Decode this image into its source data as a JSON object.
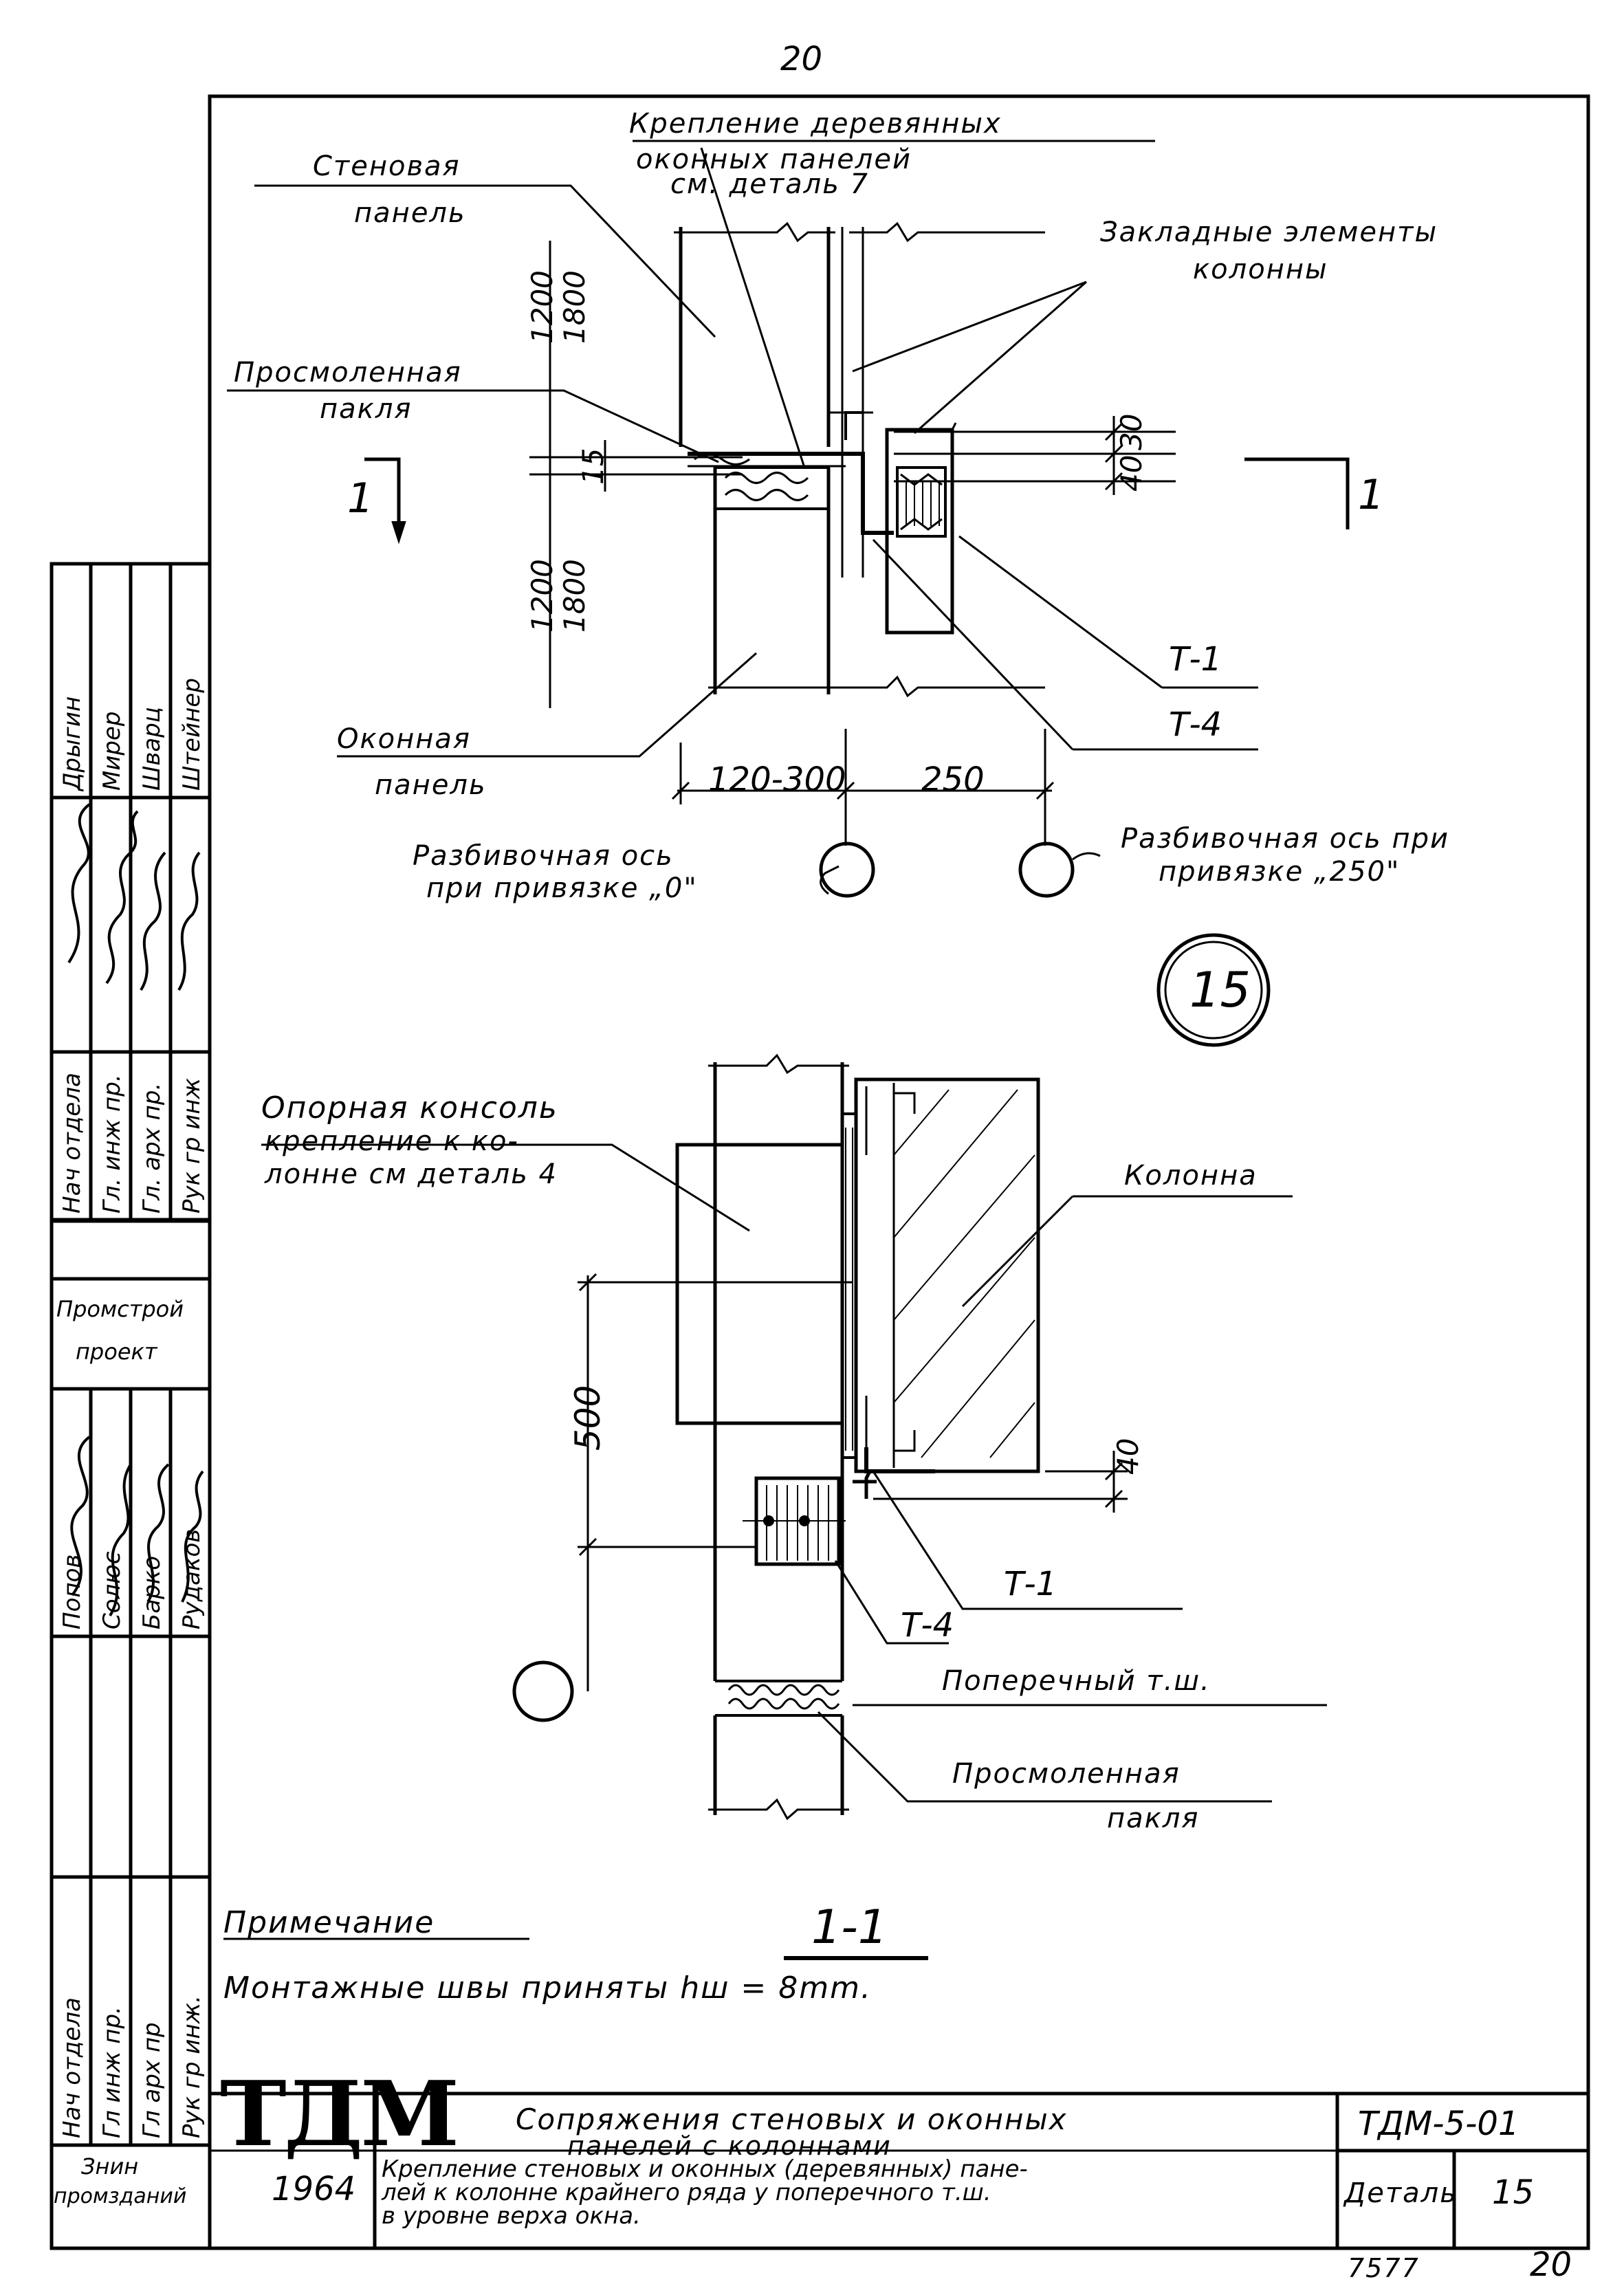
{
  "page_number_top": "20",
  "view_top": {
    "label_fastening": [
      "Крепление деревянных",
      "оконных панелей",
      "см. деталь 7"
    ],
    "label_wall_panel": [
      "Стеновая",
      "панель"
    ],
    "label_embedded": [
      "Закладные элементы",
      "колонны"
    ],
    "label_tarred": [
      "Просмоленная",
      "пакля"
    ],
    "label_window_panel": [
      "Оконная",
      "панель"
    ],
    "dim_upper_a": "1200",
    "dim_upper_b": "1800",
    "dim_lower_a": "1200",
    "dim_lower_b": "1800",
    "dim_15": "15",
    "dim_30": "30",
    "dim_40": "40",
    "dim_left": "120-300",
    "dim_right": "250",
    "tag_t1": "Т-1",
    "tag_t4": "Т-4",
    "section_mark": "1",
    "axis_label_0": [
      "Разбивочная ось",
      "при привязке „0\""
    ],
    "axis_label_250": [
      "Разбивочная ось при",
      "привязке „250\""
    ]
  },
  "detail_number": "15",
  "view_section": {
    "label_console": [
      "Опорная консоль",
      "крепление к ко-",
      "лонне см деталь 4"
    ],
    "label_column": "Колонна",
    "dim_40": "40",
    "dim_500": "500",
    "tag_t1": "Т-1",
    "tag_t4": "Т-4",
    "label_seam": "Поперечный т.ш.",
    "label_tarred": [
      "Просмоленная",
      "пакля"
    ],
    "section_title": "1-1"
  },
  "note": {
    "heading": "Примечание",
    "text": "Монтажные швы приняты hш = 8mm."
  },
  "title_block": {
    "logo": "ТДМ",
    "year": "1964",
    "title": [
      "Сопряжения стеновых и оконных",
      "панелей с колоннами"
    ],
    "subtitle": [
      "Крепление стеновых и оконных (деревянных) пане-",
      "лей к колонне крайнего ряда у поперечного т.ш.",
      "в уровне верха окна."
    ],
    "code": "ТДМ-5-01",
    "detail_label": "Деталь",
    "detail_no": "15"
  },
  "stamp_upper": {
    "roles": [
      "Нач отдела",
      "Гл. инж пр.",
      "Гл. арх пр.",
      "Рук гр инж"
    ],
    "names": [
      "Дрыгин",
      "Мирер",
      "Шварц",
      "Штейнер"
    ],
    "org": [
      "Промстрой",
      "проект"
    ]
  },
  "stamp_lower": {
    "roles": [
      "Нач отдела",
      "Гл инж пр.",
      "Гл арх пр",
      "Рук гр инж."
    ],
    "names": [
      "Попов",
      "Солюс",
      "Барко",
      "Рудаков"
    ],
    "org": [
      "Знин",
      "промзданий"
    ]
  },
  "footer_left": "7577",
  "footer_right": "20"
}
